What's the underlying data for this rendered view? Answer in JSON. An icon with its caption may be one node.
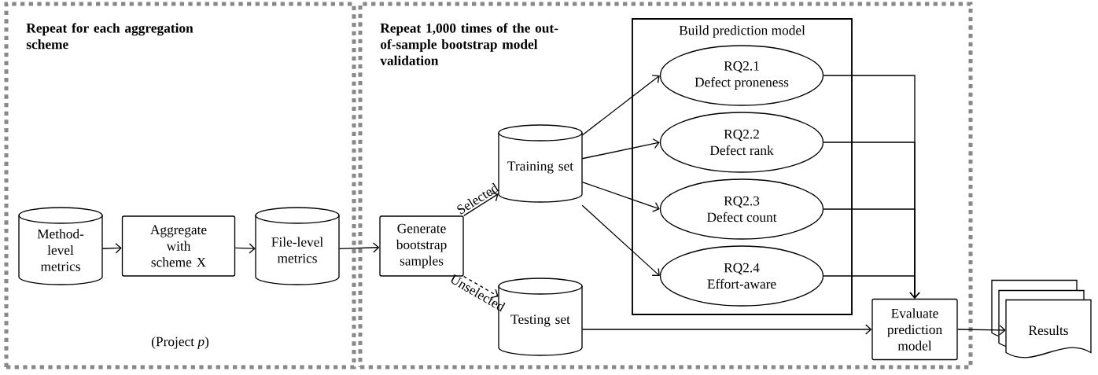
{
  "diagram": {
    "nodes": [
      {
        "text": [
          "Repeat for each aggregation scheme",
          "(Project *p*)"
        ]
      },
      {
        "text": [
          "Method-level metrics"
        ],
        "in": 0
      },
      {
        "text": [
          "Aggregate with scheme X"
        ],
        "in": 0
      },
      {
        "text": [
          "File-level metrics"
        ],
        "in": 0
      },
      {
        "text": [
          "Repeat 1,000 times of the out-of-sample bootstrap model validation"
        ]
      },
      {
        "text": [
          "Generate bootstrap samples"
        ],
        "in": 4
      },
      {
        "text": [
          "Training set"
        ],
        "in": 4
      },
      {
        "text": [
          "Testing set"
        ],
        "in": 4
      },
      {
        "text": [
          "Build prediction model"
        ],
        "in": 4
      },
      {
        "text": [
          "RQ2.1",
          "Defect proneness"
        ],
        "in": 8
      },
      {
        "text": [
          "RQ2.2",
          "Defect rank"
        ],
        "in": 8
      },
      {
        "text": [
          "RQ2.3",
          "Defect count"
        ],
        "in": 8
      },
      {
        "text": [
          "RQ2.4",
          "Effort-aware"
        ],
        "in": 8
      },
      {
        "text": [
          "Evaluate prediction model"
        ],
        "in": 4
      },
      {
        "text": [
          "Results"
        ]
      }
    ],
    "edges": [
      {
        "from": 1,
        "to": 2,
        "arrow": "to"
      },
      {
        "from": 2,
        "to": 3,
        "arrow": "to"
      },
      {
        "from": 3,
        "to": 5,
        "arrow": "to"
      },
      {
        "from": 5,
        "to": 6,
        "arrow": "to",
        "label": "Selected"
      },
      {
        "from": 5,
        "to": 7,
        "arrow": "to",
        "label": "Unselected",
        "style": "dashed"
      },
      {
        "from": 6,
        "to": 9,
        "arrow": "to"
      },
      {
        "from": 6,
        "to": 10,
        "arrow": "to"
      },
      {
        "from": 6,
        "to": 11,
        "arrow": "to"
      },
      {
        "from": 6,
        "to": 12,
        "arrow": "to"
      },
      {
        "from": 9,
        "to": 13,
        "arrow": "to"
      },
      {
        "from": 10,
        "to": 13,
        "arrow": "to"
      },
      {
        "from": 11,
        "to": 13,
        "arrow": "to"
      },
      {
        "from": 12,
        "to": 13,
        "arrow": "to"
      },
      {
        "from": 7,
        "to": 13,
        "arrow": "to"
      },
      {
        "from": 13,
        "to": 14,
        "arrow": "to"
      }
    ]
  }
}
